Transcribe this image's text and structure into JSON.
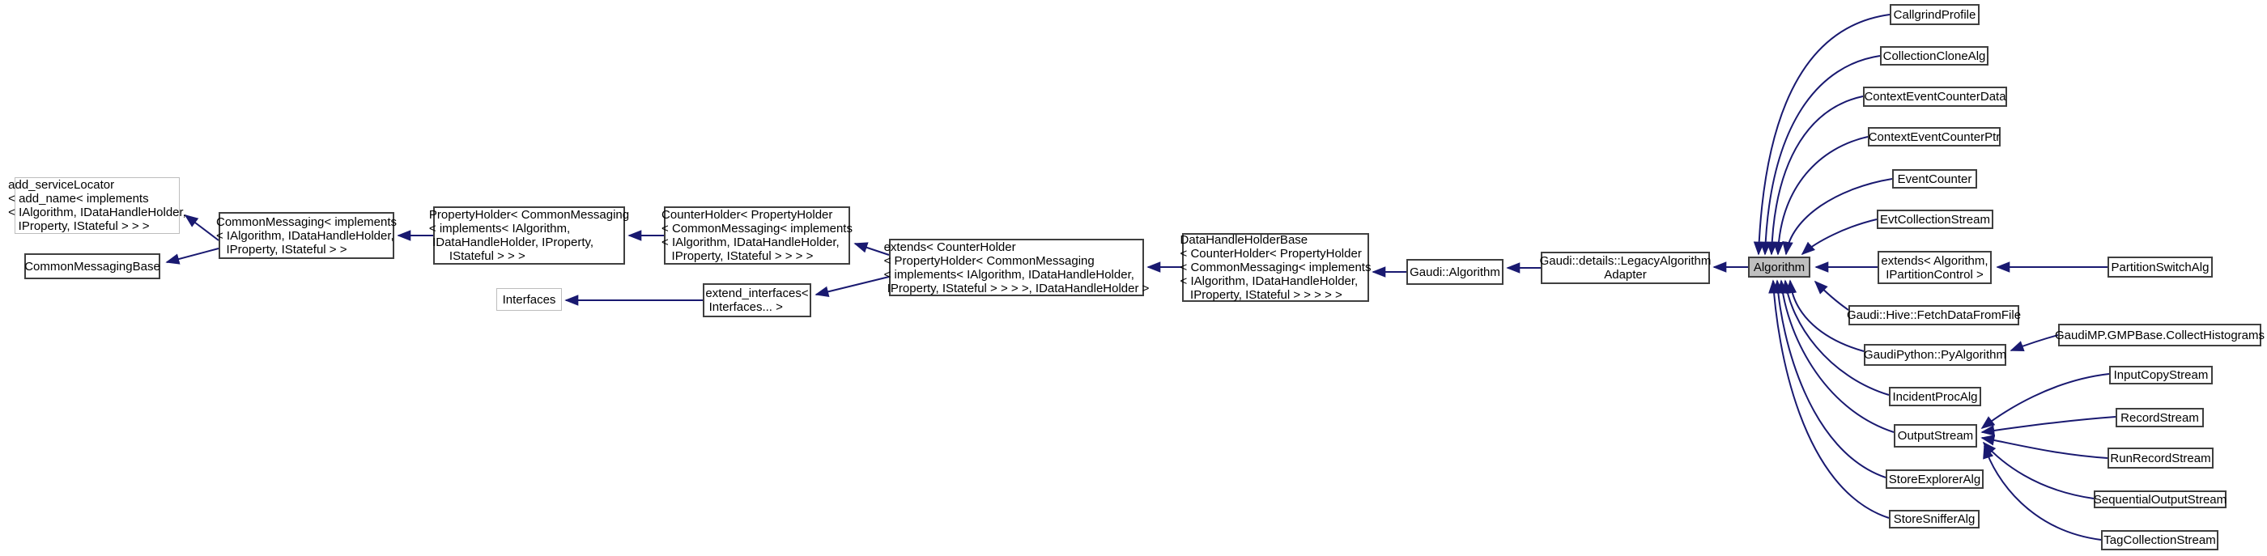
{
  "diagram": {
    "type": "class-inheritance-graph",
    "focus_class": "Algorithm",
    "background_color": "#ffffff"
  },
  "colors": {
    "edge": "#191970",
    "node_border": "#3f3f3f",
    "external_node_border": "#bdbdbd",
    "node_fill": "#ffffff",
    "focus_node_fill": "#bfbfbf",
    "text": "#000000"
  },
  "nodes": {
    "add_service_locator": {
      "label": "add_serviceLocator\n< add_name< implements\n< IAlgorithm, IDataHandleHolder,\n   IProperty, IStateful > > >"
    },
    "common_messaging_base": {
      "label": "CommonMessagingBase"
    },
    "common_messaging": {
      "label": "CommonMessaging< implements\n< IAlgorithm, IDataHandleHolder,\n   IProperty, IStateful > >"
    },
    "property_holder": {
      "label": "PropertyHolder< CommonMessaging\n< implements< IAlgorithm,\n IDataHandleHolder, IProperty,\n      IStateful > > >"
    },
    "interfaces": {
      "label": "Interfaces"
    },
    "counter_holder": {
      "label": "CounterHolder< PropertyHolder\n< CommonMessaging< implements\n< IAlgorithm, IDataHandleHolder,\n   IProperty, IStateful > > > >"
    },
    "extend_interfaces": {
      "label": "extend_interfaces<\n Interfaces... >"
    },
    "extends_counter_holder": {
      "label": "extends< CounterHolder\n< PropertyHolder< CommonMessaging\n< implements< IAlgorithm, IDataHandleHolder,\n IProperty, IStateful > > > >, IDataHandleHolder >"
    },
    "data_handle_holder_base": {
      "label": "DataHandleHolderBase\n< CounterHolder< PropertyHolder\n< CommonMessaging< implements\n< IAlgorithm, IDataHandleHolder,\n   IProperty, IStateful > > > > >"
    },
    "gaudi_algorithm": {
      "label": "Gaudi::Algorithm"
    },
    "legacy_algorithm_adapter": {
      "label": "Gaudi::details::LegacyAlgorithm\nAdapter"
    },
    "algorithm": {
      "label": "Algorithm"
    },
    "callgrind_profile": {
      "label": "CallgrindProfile"
    },
    "collection_clone_alg": {
      "label": "CollectionCloneAlg"
    },
    "context_event_counter_data": {
      "label": "ContextEventCounterData"
    },
    "context_event_counter_ptr": {
      "label": "ContextEventCounterPtr"
    },
    "event_counter": {
      "label": "EventCounter"
    },
    "evt_collection_stream": {
      "label": "EvtCollectionStream"
    },
    "extends_ipartition_control": {
      "label": "extends< Algorithm,\nIPartitionControl >"
    },
    "partition_switch_alg": {
      "label": "PartitionSwitchAlg"
    },
    "fetch_data_from_file": {
      "label": "Gaudi::Hive::FetchDataFromFile"
    },
    "collect_histograms": {
      "label": "GaudiMP.GMPBase.CollectHistograms"
    },
    "py_algorithm": {
      "label": "GaudiPython::PyAlgorithm"
    },
    "incident_proc_alg": {
      "label": "IncidentProcAlg"
    },
    "input_copy_stream": {
      "label": "InputCopyStream"
    },
    "record_stream": {
      "label": "RecordStream"
    },
    "output_stream": {
      "label": "OutputStream"
    },
    "run_record_stream": {
      "label": "RunRecordStream"
    },
    "store_explorer_alg": {
      "label": "StoreExplorerAlg"
    },
    "sequential_output_stream": {
      "label": "SequentialOutputStream"
    },
    "store_sniffer_alg": {
      "label": "StoreSnifferAlg"
    },
    "tag_collection_stream": {
      "label": "TagCollectionStream"
    }
  },
  "edges": [
    {
      "from": "common_messaging",
      "to": "add_service_locator"
    },
    {
      "from": "common_messaging",
      "to": "common_messaging_base"
    },
    {
      "from": "property_holder",
      "to": "common_messaging"
    },
    {
      "from": "counter_holder",
      "to": "property_holder"
    },
    {
      "from": "extend_interfaces",
      "to": "interfaces"
    },
    {
      "from": "extends_counter_holder",
      "to": "counter_holder"
    },
    {
      "from": "extends_counter_holder",
      "to": "extend_interfaces"
    },
    {
      "from": "data_handle_holder_base",
      "to": "extends_counter_holder"
    },
    {
      "from": "gaudi_algorithm",
      "to": "data_handle_holder_base"
    },
    {
      "from": "legacy_algorithm_adapter",
      "to": "gaudi_algorithm"
    },
    {
      "from": "algorithm",
      "to": "legacy_algorithm_adapter"
    },
    {
      "from": "callgrind_profile",
      "to": "algorithm"
    },
    {
      "from": "collection_clone_alg",
      "to": "algorithm"
    },
    {
      "from": "context_event_counter_data",
      "to": "algorithm"
    },
    {
      "from": "context_event_counter_ptr",
      "to": "algorithm"
    },
    {
      "from": "event_counter",
      "to": "algorithm"
    },
    {
      "from": "evt_collection_stream",
      "to": "algorithm"
    },
    {
      "from": "extends_ipartition_control",
      "to": "algorithm"
    },
    {
      "from": "fetch_data_from_file",
      "to": "algorithm"
    },
    {
      "from": "py_algorithm",
      "to": "algorithm"
    },
    {
      "from": "incident_proc_alg",
      "to": "algorithm"
    },
    {
      "from": "output_stream",
      "to": "algorithm"
    },
    {
      "from": "store_explorer_alg",
      "to": "algorithm"
    },
    {
      "from": "store_sniffer_alg",
      "to": "algorithm"
    },
    {
      "from": "partition_switch_alg",
      "to": "extends_ipartition_control"
    },
    {
      "from": "collect_histograms",
      "to": "py_algorithm"
    },
    {
      "from": "input_copy_stream",
      "to": "output_stream"
    },
    {
      "from": "record_stream",
      "to": "output_stream"
    },
    {
      "from": "run_record_stream",
      "to": "output_stream"
    },
    {
      "from": "sequential_output_stream",
      "to": "output_stream"
    },
    {
      "from": "tag_collection_stream",
      "to": "output_stream"
    }
  ]
}
